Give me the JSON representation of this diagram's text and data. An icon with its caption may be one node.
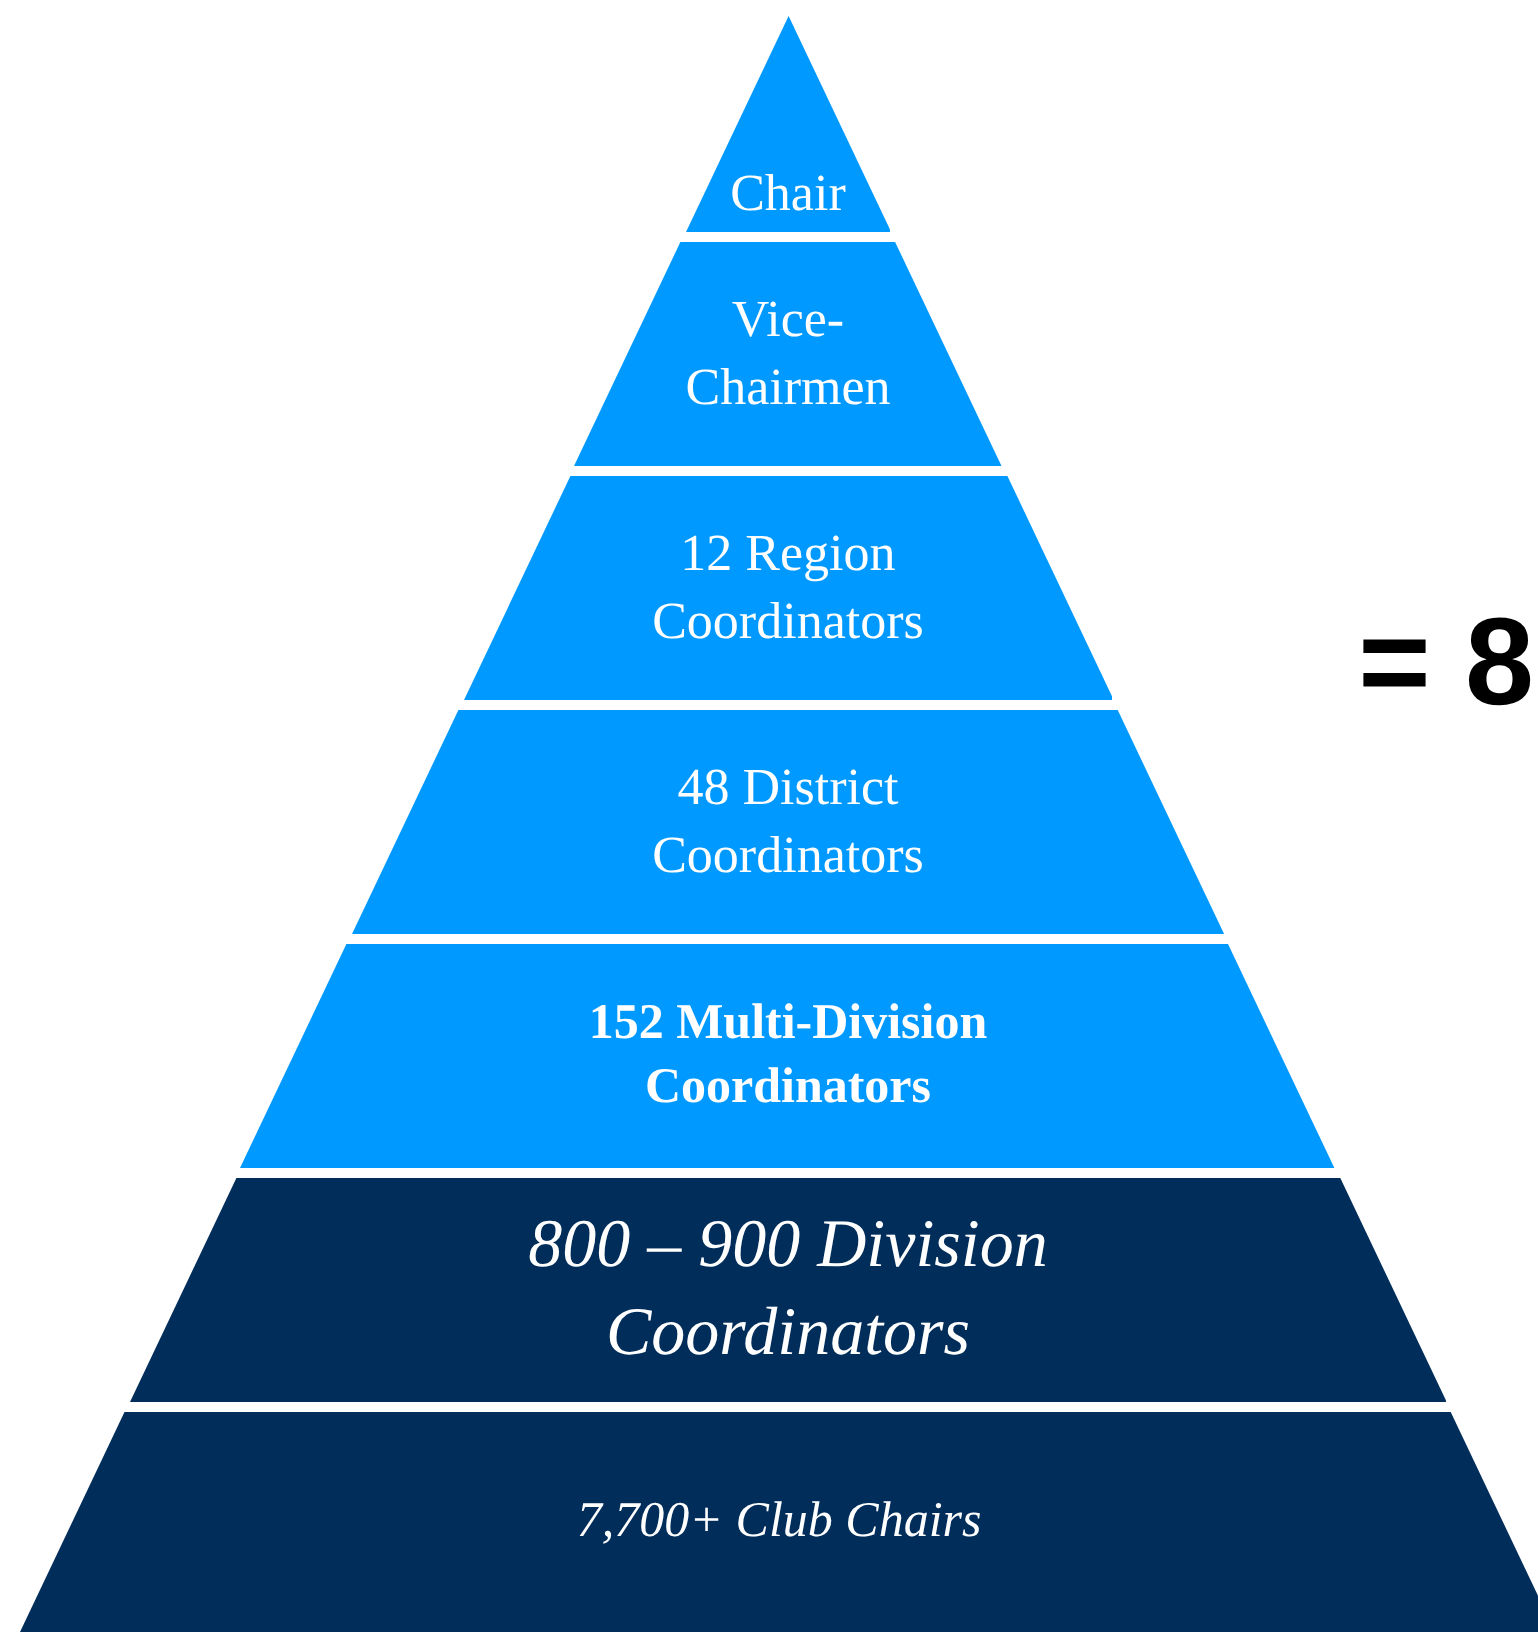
{
  "diagram": {
    "nodes": [
      {
        "text": [
          "Chair"
        ]
      },
      {
        "text": [
          "Vice- Chairmen"
        ]
      },
      {
        "text": [
          "12 Region Coordinators"
        ]
      },
      {
        "text": [
          "48 District Coordinators"
        ]
      },
      {
        "text": [
          "152 Multi-Division Coordinators"
        ]
      },
      {
        "text": [
          "800 – 900 Division Coordinators"
        ]
      },
      {
        "text": [
          "7,700+ Club Chairs"
        ]
      }
    ],
    "labels": [
      "= 8"
    ]
  }
}
